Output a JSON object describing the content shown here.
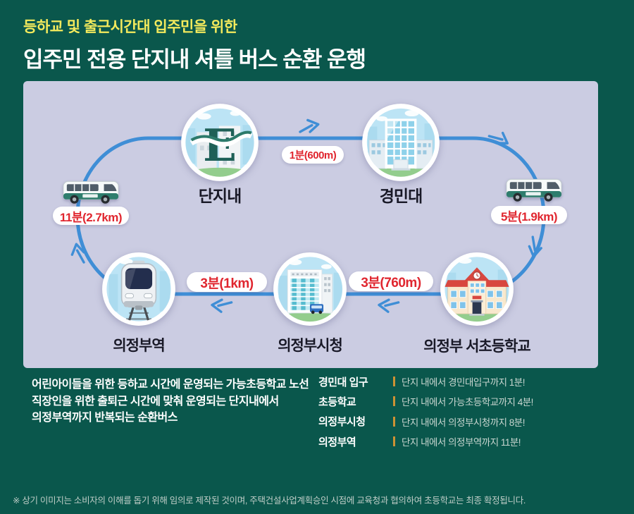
{
  "colors": {
    "background": "#0a574c",
    "panel": "#cbcce2",
    "route_line": "#3f8ed6",
    "time_text": "#e0262f",
    "subtitle": "#f3ea5c",
    "divider_gold": "#cc9234"
  },
  "header": {
    "subtitle": "등하교 및 출근시간대 입주민을 위한",
    "title": "입주민 전용 단지내 셔틀 버스 순환 운행"
  },
  "diagram": {
    "nodes": [
      {
        "id": "danji",
        "label": "단지내",
        "icon": "apartment-logo-e-icon",
        "logo_letter": "E"
      },
      {
        "id": "kyungmin",
        "label": "경민대",
        "icon": "university-building-icon"
      },
      {
        "id": "station",
        "label": "의정부역",
        "icon": "subway-train-icon"
      },
      {
        "id": "cityhall",
        "label": "의정부시청",
        "icon": "city-hall-building-icon"
      },
      {
        "id": "school",
        "label": "의정부 서초등학교",
        "icon": "elementary-school-building-icon"
      }
    ],
    "segments": [
      {
        "from": "단지내",
        "to": "경민대",
        "label": "1분(600m)"
      },
      {
        "from": "경민대",
        "to": "의정부 서초등학교",
        "label": "5분(1.9km)"
      },
      {
        "from": "의정부 서초등학교",
        "to": "의정부시청",
        "label": "3분(760m)"
      },
      {
        "from": "의정부시청",
        "to": "의정부역",
        "label": "3분(1km)"
      },
      {
        "from": "의정부역",
        "to": "단지내",
        "label": "11분(2.7km)"
      }
    ],
    "direction": "clockwise"
  },
  "description": {
    "line1": "어린아이들을 위한 등하교 시간에 운영되는 가능초등학교 노선",
    "line2": "직장인을 위한 출퇴근 시간에 맞춰 운영되는 단지내에서",
    "line3": "의정부역까지 반복되는 순환버스"
  },
  "schedule": {
    "rows": [
      {
        "label": "경민대 입구",
        "desc": "단지 내에서 경민대입구까지 1분!"
      },
      {
        "label": "초등학교",
        "desc": "단지 내에서 가능초등학교까지 4분!"
      },
      {
        "label": "의정부시청",
        "desc": "단지 내에서 의정부시청까지 8분!"
      },
      {
        "label": "의정부역",
        "desc": "단지 내에서 의정부역까지 11분!"
      }
    ]
  },
  "footer": {
    "note": "※ 상기 이미지는 소비자의 이해를 돕기 위해 임의로 제작된 것이며, 주택건설사업계획승인 시점에 교육청과 협의하여 초등학교는 최종 확정됩니다."
  }
}
